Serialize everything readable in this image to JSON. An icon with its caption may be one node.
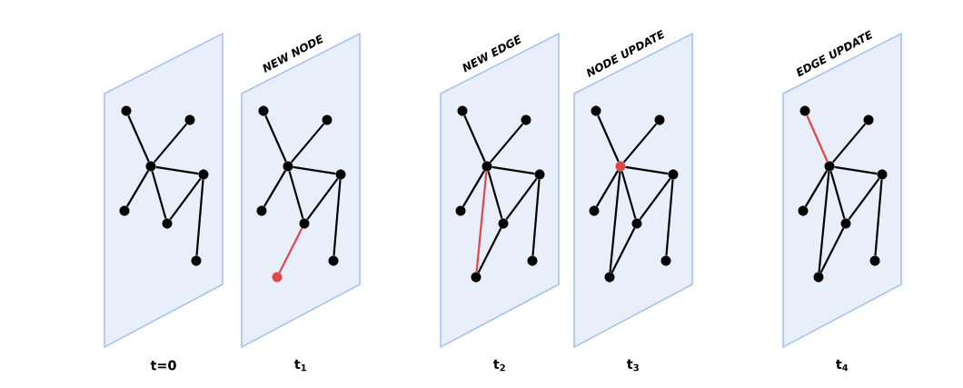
{
  "diagram": {
    "nodes": [
      {
        "text": [],
        "shape": "box",
        "beside": [
          "t=0"
        ]
      },
      {
        "text": [],
        "shape": "circle",
        "in": 0
      },
      {
        "text": [],
        "shape": "circle",
        "in": 0
      },
      {
        "text": [],
        "shape": "circle",
        "in": 0
      },
      {
        "text": [],
        "shape": "circle",
        "in": 0
      },
      {
        "text": [],
        "shape": "circle",
        "in": 0
      },
      {
        "text": [],
        "shape": "circle",
        "in": 0
      },
      {
        "text": [],
        "shape": "circle",
        "in": 0
      },
      {
        "text": [
          "NEW NODE"
        ],
        "beside": [
          "t$_{1}$"
        ]
      },
      {
        "text": [],
        "shape": "circle",
        "in": 8
      },
      {
        "text": [],
        "shape": "circle",
        "in": 8
      },
      {
        "text": [],
        "shape": "circle",
        "in": 8
      },
      {
        "text": [],
        "shape": "circle",
        "in": 8
      },
      {
        "text": [],
        "shape": "circle",
        "in": 8
      },
      {
        "text": [],
        "shape": "circle",
        "in": 8
      },
      {
        "text": [],
        "shape": "circle",
        "in": 8
      },
      {
        "text": [],
        "shape": "circle",
        "in": 8
      },
      {
        "text": [
          "NEW EDGE"
        ],
        "beside": [
          "t$_{2}$"
        ]
      },
      {
        "text": [],
        "shape": "circle",
        "in": 17
      },
      {
        "text": [],
        "shape": "circle",
        "in": 17
      },
      {
        "text": [],
        "shape": "circle",
        "in": 17
      },
      {
        "text": [],
        "shape": "circle",
        "in": 17
      },
      {
        "text": [],
        "shape": "circle",
        "in": 17
      },
      {
        "text": [],
        "shape": "circle",
        "in": 17
      },
      {
        "text": [],
        "shape": "circle",
        "in": 17
      },
      {
        "text": [],
        "shape": "circle",
        "in": 17
      },
      {
        "text": [
          "NODE UPDATE"
        ],
        "beside": [
          "t$_{3}$"
        ]
      },
      {
        "text": [],
        "shape": "circle",
        "in": 26
      },
      {
        "text": [],
        "shape": "circle",
        "in": 26
      },
      {
        "text": [],
        "shape": "circle",
        "in": 26
      },
      {
        "text": [],
        "shape": "circle",
        "in": 26
      },
      {
        "text": [],
        "shape": "circle",
        "in": 26
      },
      {
        "text": [],
        "shape": "circle",
        "in": 26
      },
      {
        "text": [],
        "shape": "circle",
        "in": 26
      },
      {
        "text": [],
        "shape": "circle",
        "in": 26
      },
      {
        "text": [
          "EDGE UPDATE"
        ],
        "beside": [
          "t$_{4}$"
        ]
      },
      {
        "text": [],
        "shape": "circle",
        "in": 35
      },
      {
        "text": [],
        "shape": "circle",
        "in": 35
      },
      {
        "text": [],
        "shape": "circle",
        "in": 35
      },
      {
        "text": [],
        "shape": "circle",
        "in": 35
      },
      {
        "text": [],
        "shape": "circle",
        "in": 35
      },
      {
        "text": [],
        "shape": "circle",
        "in": 35
      },
      {
        "text": [],
        "shape": "circle",
        "in": 35
      },
      {
        "text": [],
        "shape": "circle",
        "in": 35
      }
    ],
    "edges": [
      {
        "from": 1,
        "to": 3,
        "arrow": "none"
      },
      {
        "from": 2,
        "to": 3,
        "arrow": "none"
      },
      {
        "from": 3,
        "to": 4,
        "arrow": "none"
      },
      {
        "from": 3,
        "to": 5,
        "arrow": "none"
      },
      {
        "from": 3,
        "to": 6,
        "arrow": "none"
      },
      {
        "from": 6,
        "to": 4,
        "arrow": "none"
      },
      {
        "from": 4,
        "to": 7,
        "arrow": "none"
      },
      {
        "from": 9,
        "to": 11,
        "arrow": "none"
      },
      {
        "from": 10,
        "to": 11,
        "arrow": "none"
      },
      {
        "from": 11,
        "to": 12,
        "arrow": "none"
      },
      {
        "from": 11,
        "to": 13,
        "arrow": "none"
      },
      {
        "from": 11,
        "to": 14,
        "arrow": "none"
      },
      {
        "from": 14,
        "to": 12,
        "arrow": "none"
      },
      {
        "from": 12,
        "to": 15,
        "arrow": "none"
      },
      {
        "from": 14,
        "to": 16,
        "arrow": "none",
        "color": "#e04848"
      },
      {
        "from": 18,
        "to": 20,
        "arrow": "none"
      },
      {
        "from": 19,
        "to": 20,
        "arrow": "none"
      },
      {
        "from": 20,
        "to": 21,
        "arrow": "none"
      },
      {
        "from": 20,
        "to": 22,
        "arrow": "none"
      },
      {
        "from": 20,
        "to": 23,
        "arrow": "none"
      },
      {
        "from": 23,
        "to": 21,
        "arrow": "none"
      },
      {
        "from": 21,
        "to": 24,
        "arrow": "none"
      },
      {
        "from": 23,
        "to": 25,
        "arrow": "none"
      },
      {
        "from": 20,
        "to": 25,
        "arrow": "none",
        "color": "#e04848"
      },
      {
        "from": 27,
        "to": 29,
        "arrow": "none"
      },
      {
        "from": 28,
        "to": 29,
        "arrow": "none"
      },
      {
        "from": 29,
        "to": 30,
        "arrow": "none"
      },
      {
        "from": 29,
        "to": 31,
        "arrow": "none"
      },
      {
        "from": 29,
        "to": 32,
        "arrow": "none"
      },
      {
        "from": 32,
        "to": 30,
        "arrow": "none"
      },
      {
        "from": 30,
        "to": 33,
        "arrow": "none"
      },
      {
        "from": 32,
        "to": 34,
        "arrow": "none"
      },
      {
        "from": 29,
        "to": 34,
        "arrow": "none"
      },
      {
        "from": 36,
        "to": 38,
        "arrow": "none",
        "color": "#e04848"
      },
      {
        "from": 37,
        "to": 38,
        "arrow": "none"
      },
      {
        "from": 38,
        "to": 39,
        "arrow": "none"
      },
      {
        "from": 38,
        "to": 40,
        "arrow": "none"
      },
      {
        "from": 38,
        "to": 41,
        "arrow": "none"
      },
      {
        "from": 41,
        "to": 39,
        "arrow": "none"
      },
      {
        "from": 39,
        "to": 42,
        "arrow": "none"
      },
      {
        "from": 41,
        "to": 43,
        "arrow": "none"
      },
      {
        "from": 38,
        "to": 43,
        "arrow": "none"
      }
    ]
  }
}
